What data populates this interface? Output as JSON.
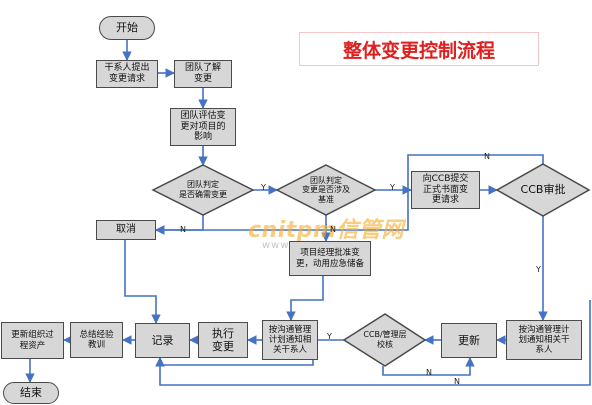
{
  "title": "整体变更控制流程",
  "watermark": {
    "brand": "cnitpm信管网",
    "url": "www.cnitpm.com"
  },
  "nodes": {
    "start": "开始",
    "submit_request": "干系人提出\n变更请求",
    "team_understand": "团队了解\n变更",
    "team_evaluate": "团队评估变\n更对项目的\n影响",
    "decide_needed": "团队判定\n是否确需变更",
    "decide_baseline": "团队判定\n变更是否涉及\n基准",
    "submit_ccb": "向CCB提交\n正式书面变\n更请求",
    "ccb_approve": "CCB审批",
    "cancel": "取消",
    "pm_approve": "项目经理批准变\n更，动用应急储备",
    "notify_left": "按沟通管理\n计划通知相\n关干系人",
    "notify_right": "按沟通管理计\n划通知相关干\n系人",
    "execute": "执行\n变更",
    "record": "记录",
    "summarize": "总结经验\n教训",
    "update_assets": "更新组织过\n程资产",
    "ccb_review": "CCB/管理层\n校核",
    "update": "更新",
    "end": "结束"
  },
  "edge_labels": {
    "yes": "Y",
    "no": "N"
  }
}
